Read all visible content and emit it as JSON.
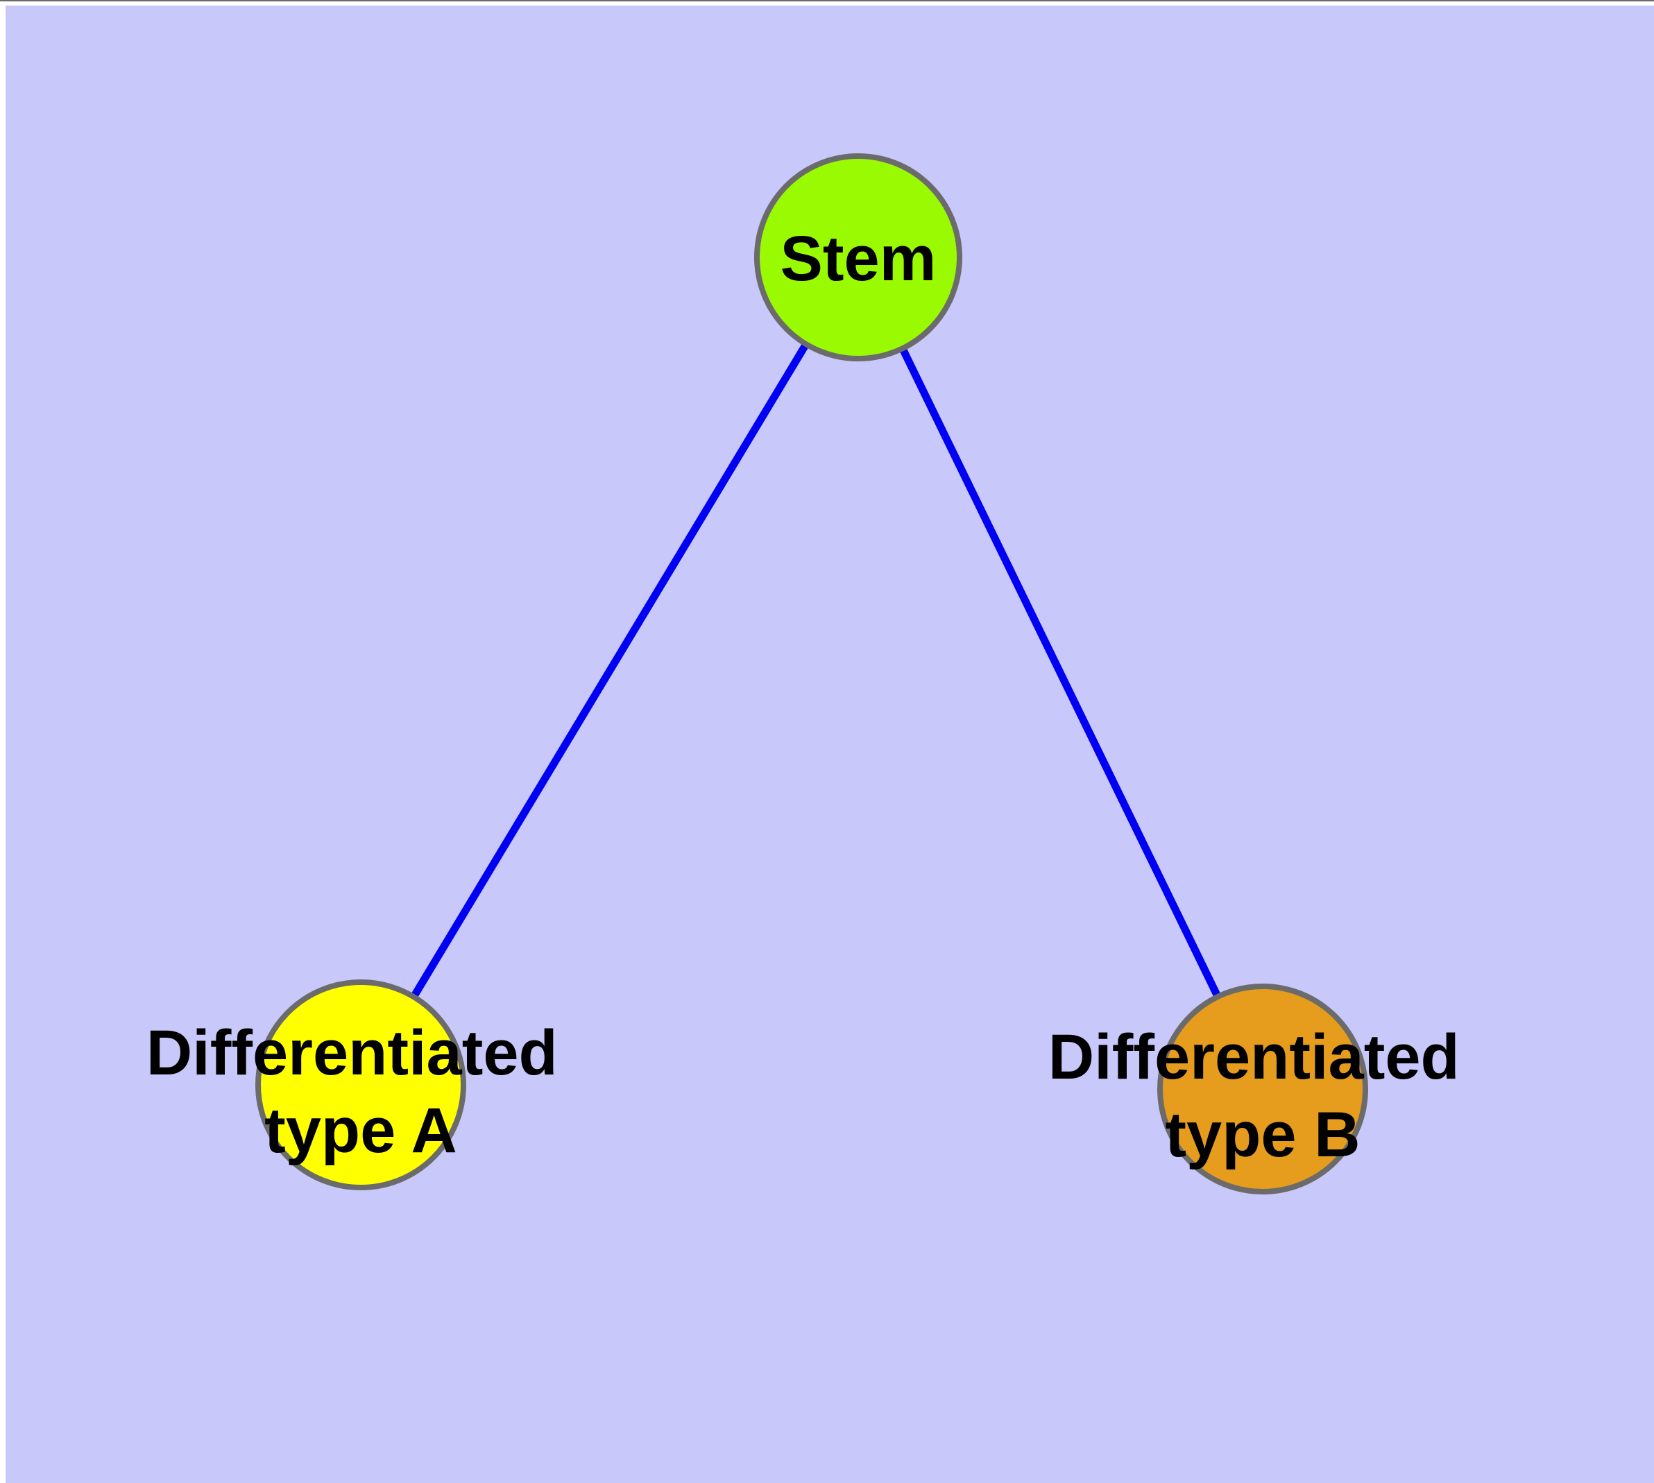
{
  "diagram": {
    "title": "",
    "background_color": "#C8C8FA",
    "margin_color": "#FFFFFF",
    "colors": {
      "edge": "#0000F2",
      "node_border": "#6B6B6B",
      "label_text": "#000000"
    },
    "nodes": {
      "stem": {
        "label": "Stem",
        "color": "#9AFA02"
      },
      "type_a": {
        "label": "Differentiated type A",
        "label_line1": "Differentiated",
        "label_line2": "type A",
        "color": "#FFFF00"
      },
      "type_b": {
        "label": "Differentiated type B",
        "label_line1": "Differentiated",
        "label_line2": "type B",
        "color": "#E69C1C"
      }
    },
    "edges": [
      {
        "from": "Stem",
        "to": "Differentiated type A"
      },
      {
        "from": "Stem",
        "to": "Differentiated type B"
      }
    ]
  }
}
